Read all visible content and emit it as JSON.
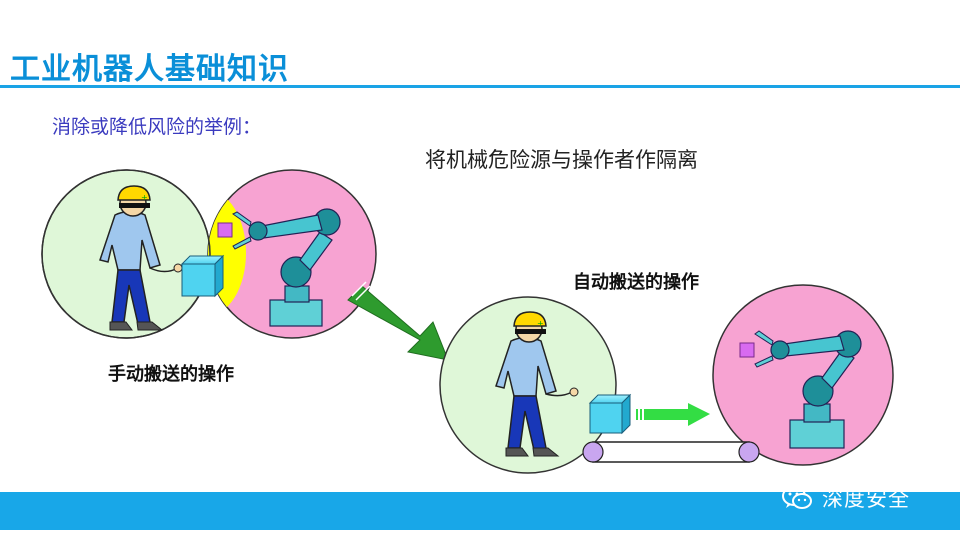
{
  "slide": {
    "title": "工业机器人基础知识",
    "subtitle": "消除或降低风险的举例：",
    "caption": "将机械危险源与操作者作隔离",
    "manual_label": "手动搬送的操作",
    "auto_label": "自动搬送的操作"
  },
  "watermark": {
    "text": "深度安全",
    "icon": "wechat-icon"
  },
  "colors": {
    "title": "#0a8fd8",
    "accent_bar": "#18a7e8",
    "operator_zone": "#dff7d8",
    "robot_zone": "#f7a3d2",
    "overlap_zone": "#ffff00",
    "arrow_big": "#2e9b2e",
    "arrow_small": "#33dd44"
  }
}
